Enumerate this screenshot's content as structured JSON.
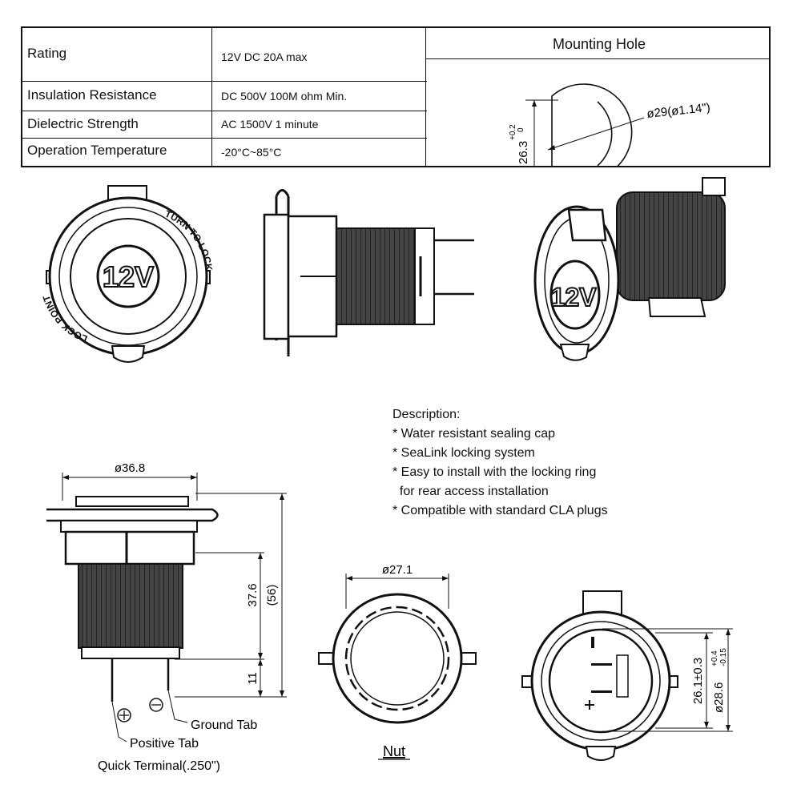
{
  "spec_table": {
    "rows": [
      {
        "label": "Rating",
        "value": "12V DC 20A max"
      },
      {
        "label": "Insulation Resistance",
        "value": "DC 500V 100M ohm Min."
      },
      {
        "label": "Dielectric Strength",
        "value": "AC 1500V 1 minute"
      },
      {
        "label": "Operation Temperature",
        "value": "-20°C~85°C"
      }
    ],
    "mounting_hole": {
      "title": "Mounting Hole",
      "diameter_label": "ø29(ø1.14\")",
      "height_label": "26.3",
      "height_tol_plus": "+0.2",
      "height_tol_minus": "0"
    }
  },
  "views": {
    "front_badge": "12V",
    "front_ring_text_left": "LOCK POINT",
    "front_ring_text_right": "TURN TO LOCK",
    "iso_badge": "12V"
  },
  "description": {
    "heading": "Description:",
    "bullets": [
      "* Water resistant sealing cap",
      "* SeaLink locking system",
      "* Easy to install with the locking ring",
      "  for rear access installation",
      "* Compatible with standard CLA plugs"
    ]
  },
  "side_dims": {
    "diameter": "ø36.8",
    "height_total": "(56)",
    "height_body": "37.6",
    "height_tabs": "11",
    "ground_tab": "Ground Tab",
    "positive_tab": "Positive Tab",
    "quick_terminal": "Quick Terminal(.250\")"
  },
  "nut": {
    "diameter": "ø27.1",
    "label": "Nut"
  },
  "rear_dims": {
    "inner": "26.1±0.3",
    "outer": "ø28.6",
    "outer_tol_plus": "+0.4",
    "outer_tol_minus": "-0.15"
  }
}
